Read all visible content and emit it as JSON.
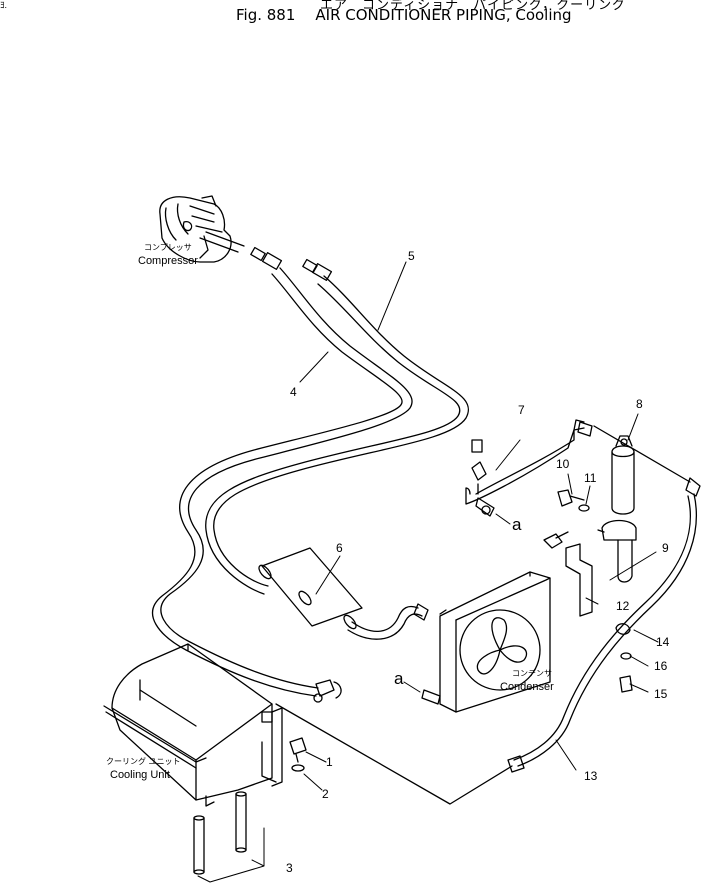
{
  "header": {
    "corner_mark": "ﾖ.",
    "japanese_title": "エア　コンディショナ　パイピング，クーリング",
    "fig_label": "Fig. 881",
    "title": "AIR CONDITIONER PIPING, Cooling"
  },
  "components": {
    "compressor": {
      "jp": "コンプレッサ",
      "en": "Compressor"
    },
    "condenser": {
      "jp": "コンデンサ",
      "en": "Condenser"
    },
    "cooling_unit": {
      "jp": "クーリング ユニット",
      "en": "Cooling Unit"
    }
  },
  "references": {
    "a_upper": "a",
    "a_lower": "a"
  },
  "callouts": [
    "1",
    "2",
    "3",
    "4",
    "5",
    "6",
    "7",
    "8",
    "9",
    "10",
    "11",
    "12",
    "13",
    "14",
    "15",
    "16"
  ]
}
